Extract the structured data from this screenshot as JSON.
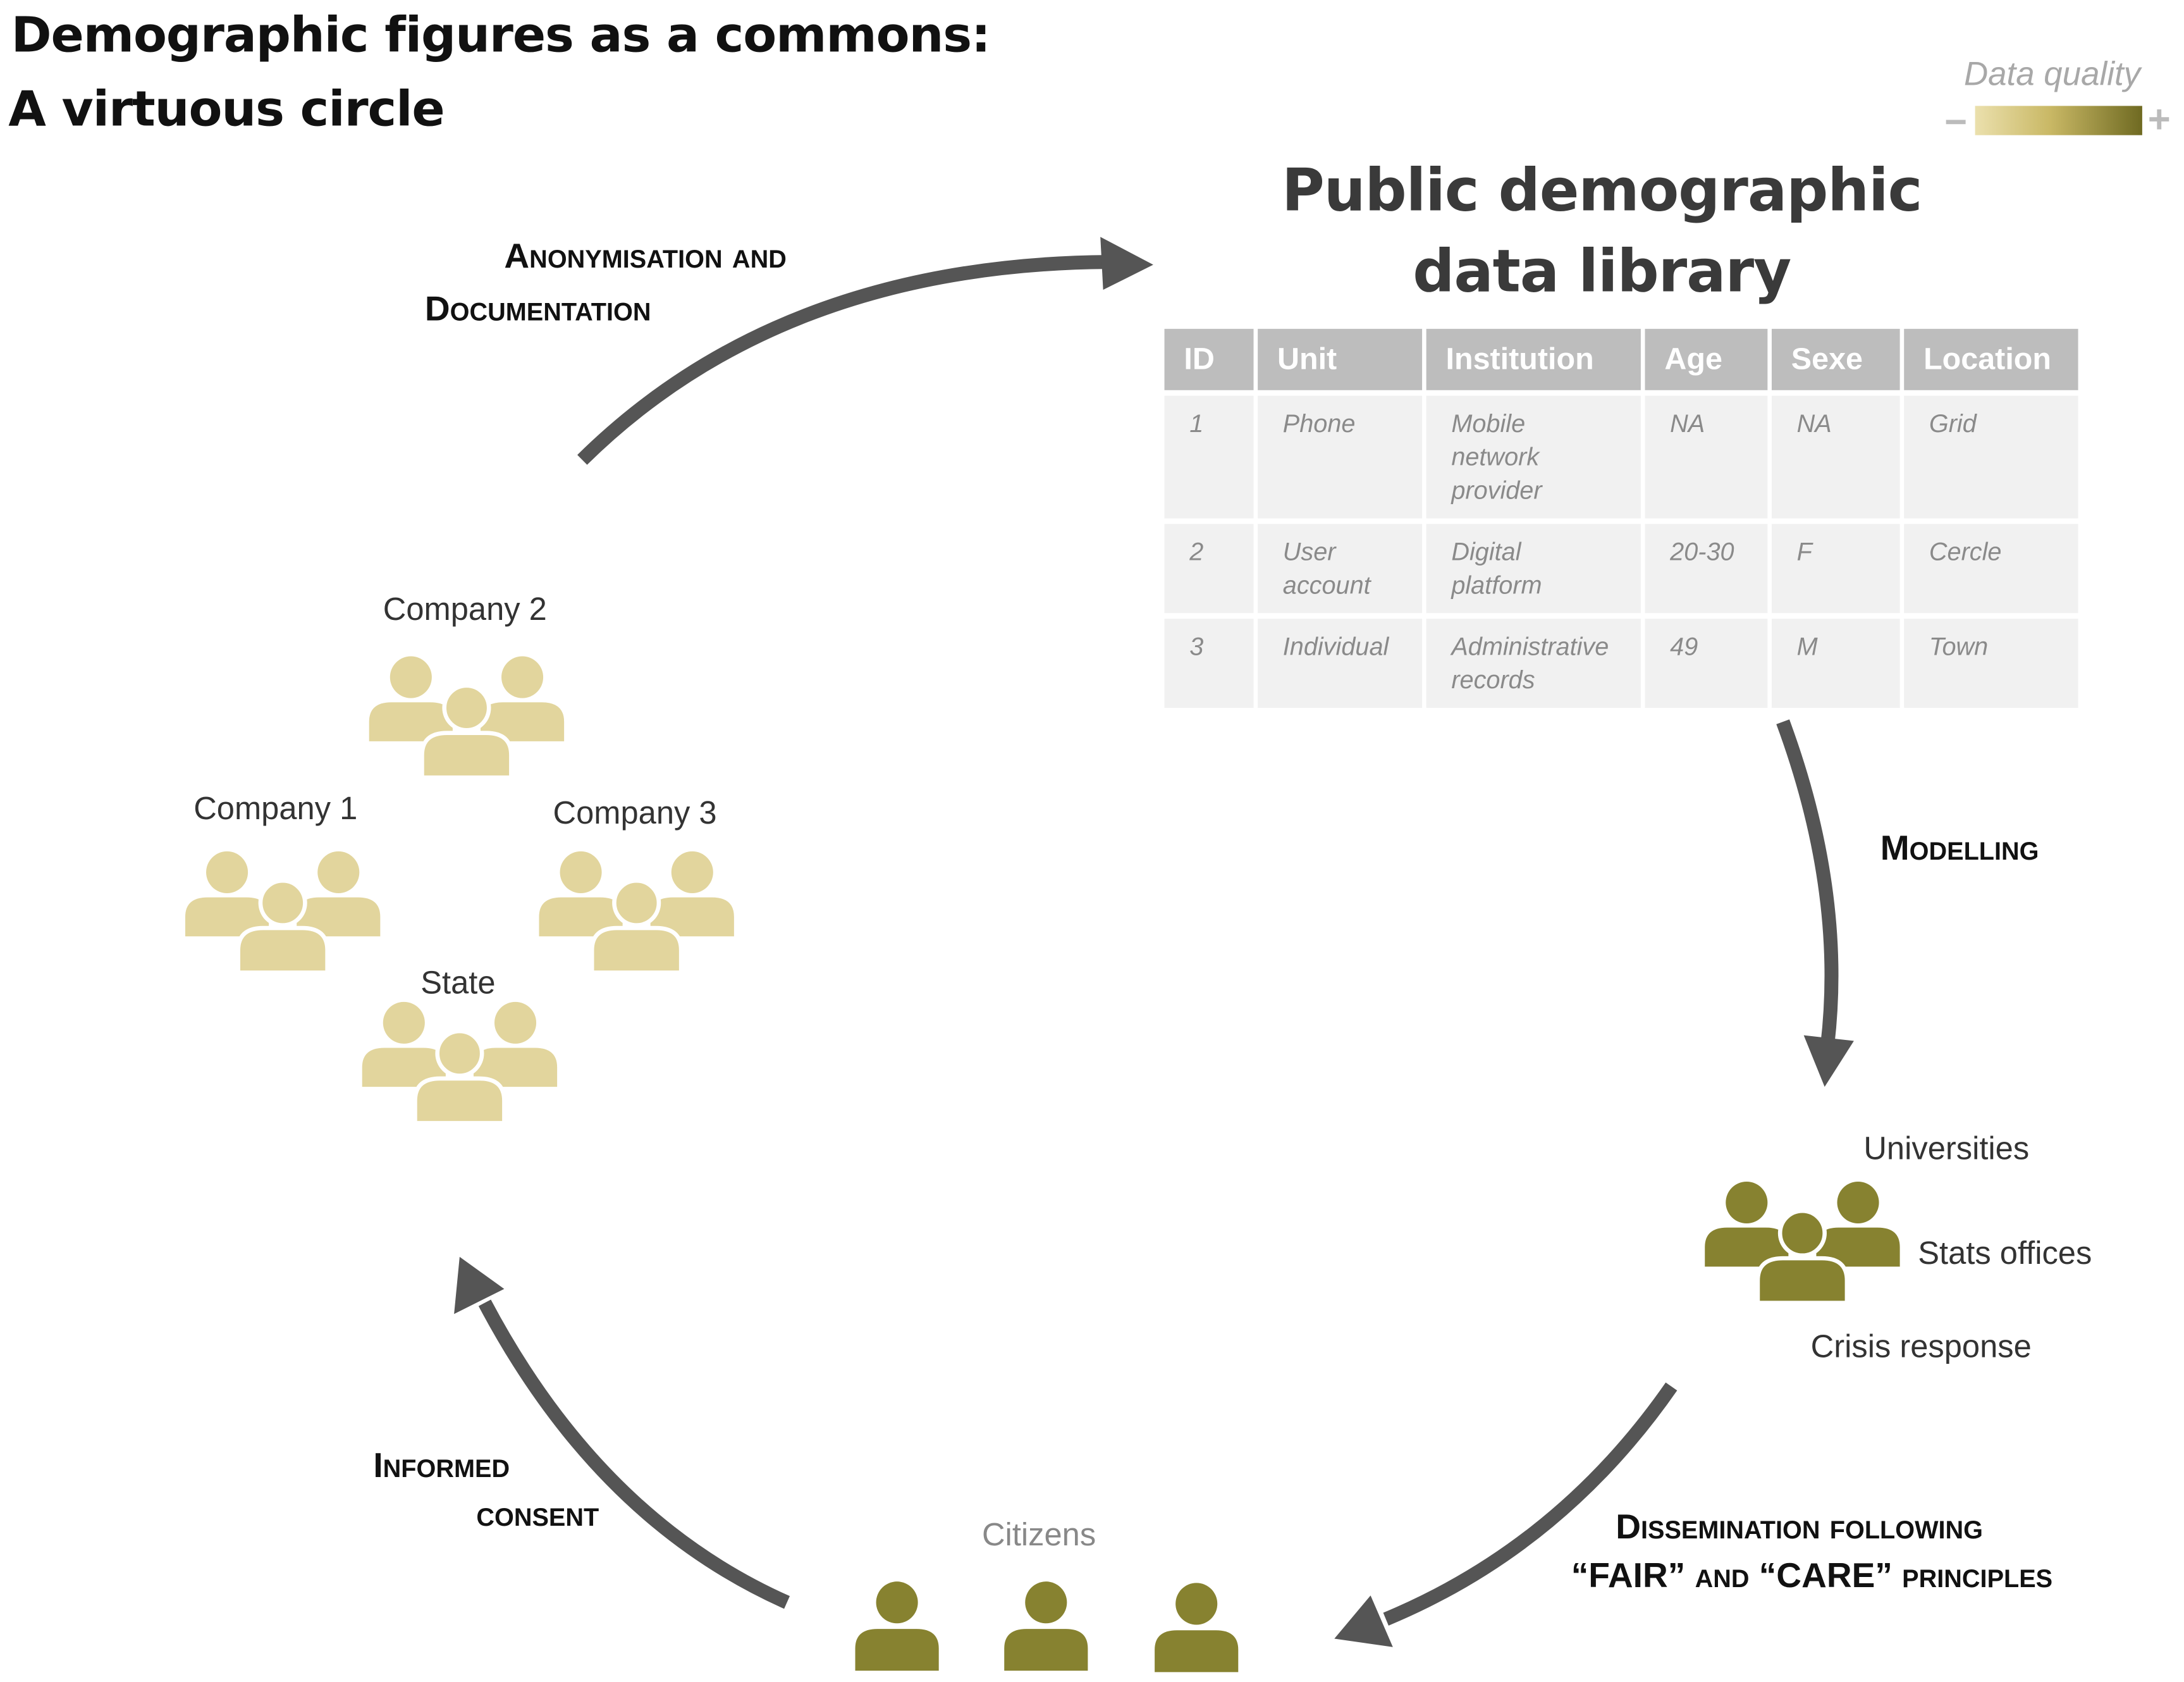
{
  "title": {
    "line1": "Demographic figures as a commons:",
    "line2": "A virtuous circle"
  },
  "legend": {
    "label": "Data quality",
    "minus": "−",
    "plus": "+",
    "gradient_from": "#ebe0ad",
    "gradient_mid": "#c9b865",
    "gradient_to": "#6f6a22"
  },
  "library": {
    "title_line1": "Public demographic",
    "title_line2": "data library",
    "columns": [
      "ID",
      "Unit",
      "Institution",
      "Age",
      "Sexe",
      "Location"
    ],
    "rows": [
      [
        "1",
        "Phone",
        "Mobile network provider",
        "NA",
        "NA",
        "Grid"
      ],
      [
        "2",
        "User account",
        "Digital platform",
        "20-30",
        "F",
        "Cercle"
      ],
      [
        "3",
        "Individual",
        "Administrative records",
        "49",
        "M",
        "Town"
      ]
    ]
  },
  "steps": {
    "anonymisation_line1": "Anonymisation and",
    "anonymisation_line2": "Documentation",
    "modelling": "Modelling",
    "dissemination_line1": "Dissemination following",
    "dissemination_line2": "“FAIR” and “CARE” principles",
    "consent_line1": "Informed",
    "consent_line2": "consent"
  },
  "producers": {
    "company1": "Company 1",
    "company2": "Company 2",
    "company3": "Company 3",
    "state": "State"
  },
  "users": {
    "universities": "Universities",
    "stats_offices": "Stats offices",
    "crisis_response": "Crisis response"
  },
  "citizens": {
    "label": "Citizens"
  },
  "colors": {
    "producers": "#e2d59d",
    "users": "#878230",
    "arrows": "#555555"
  }
}
